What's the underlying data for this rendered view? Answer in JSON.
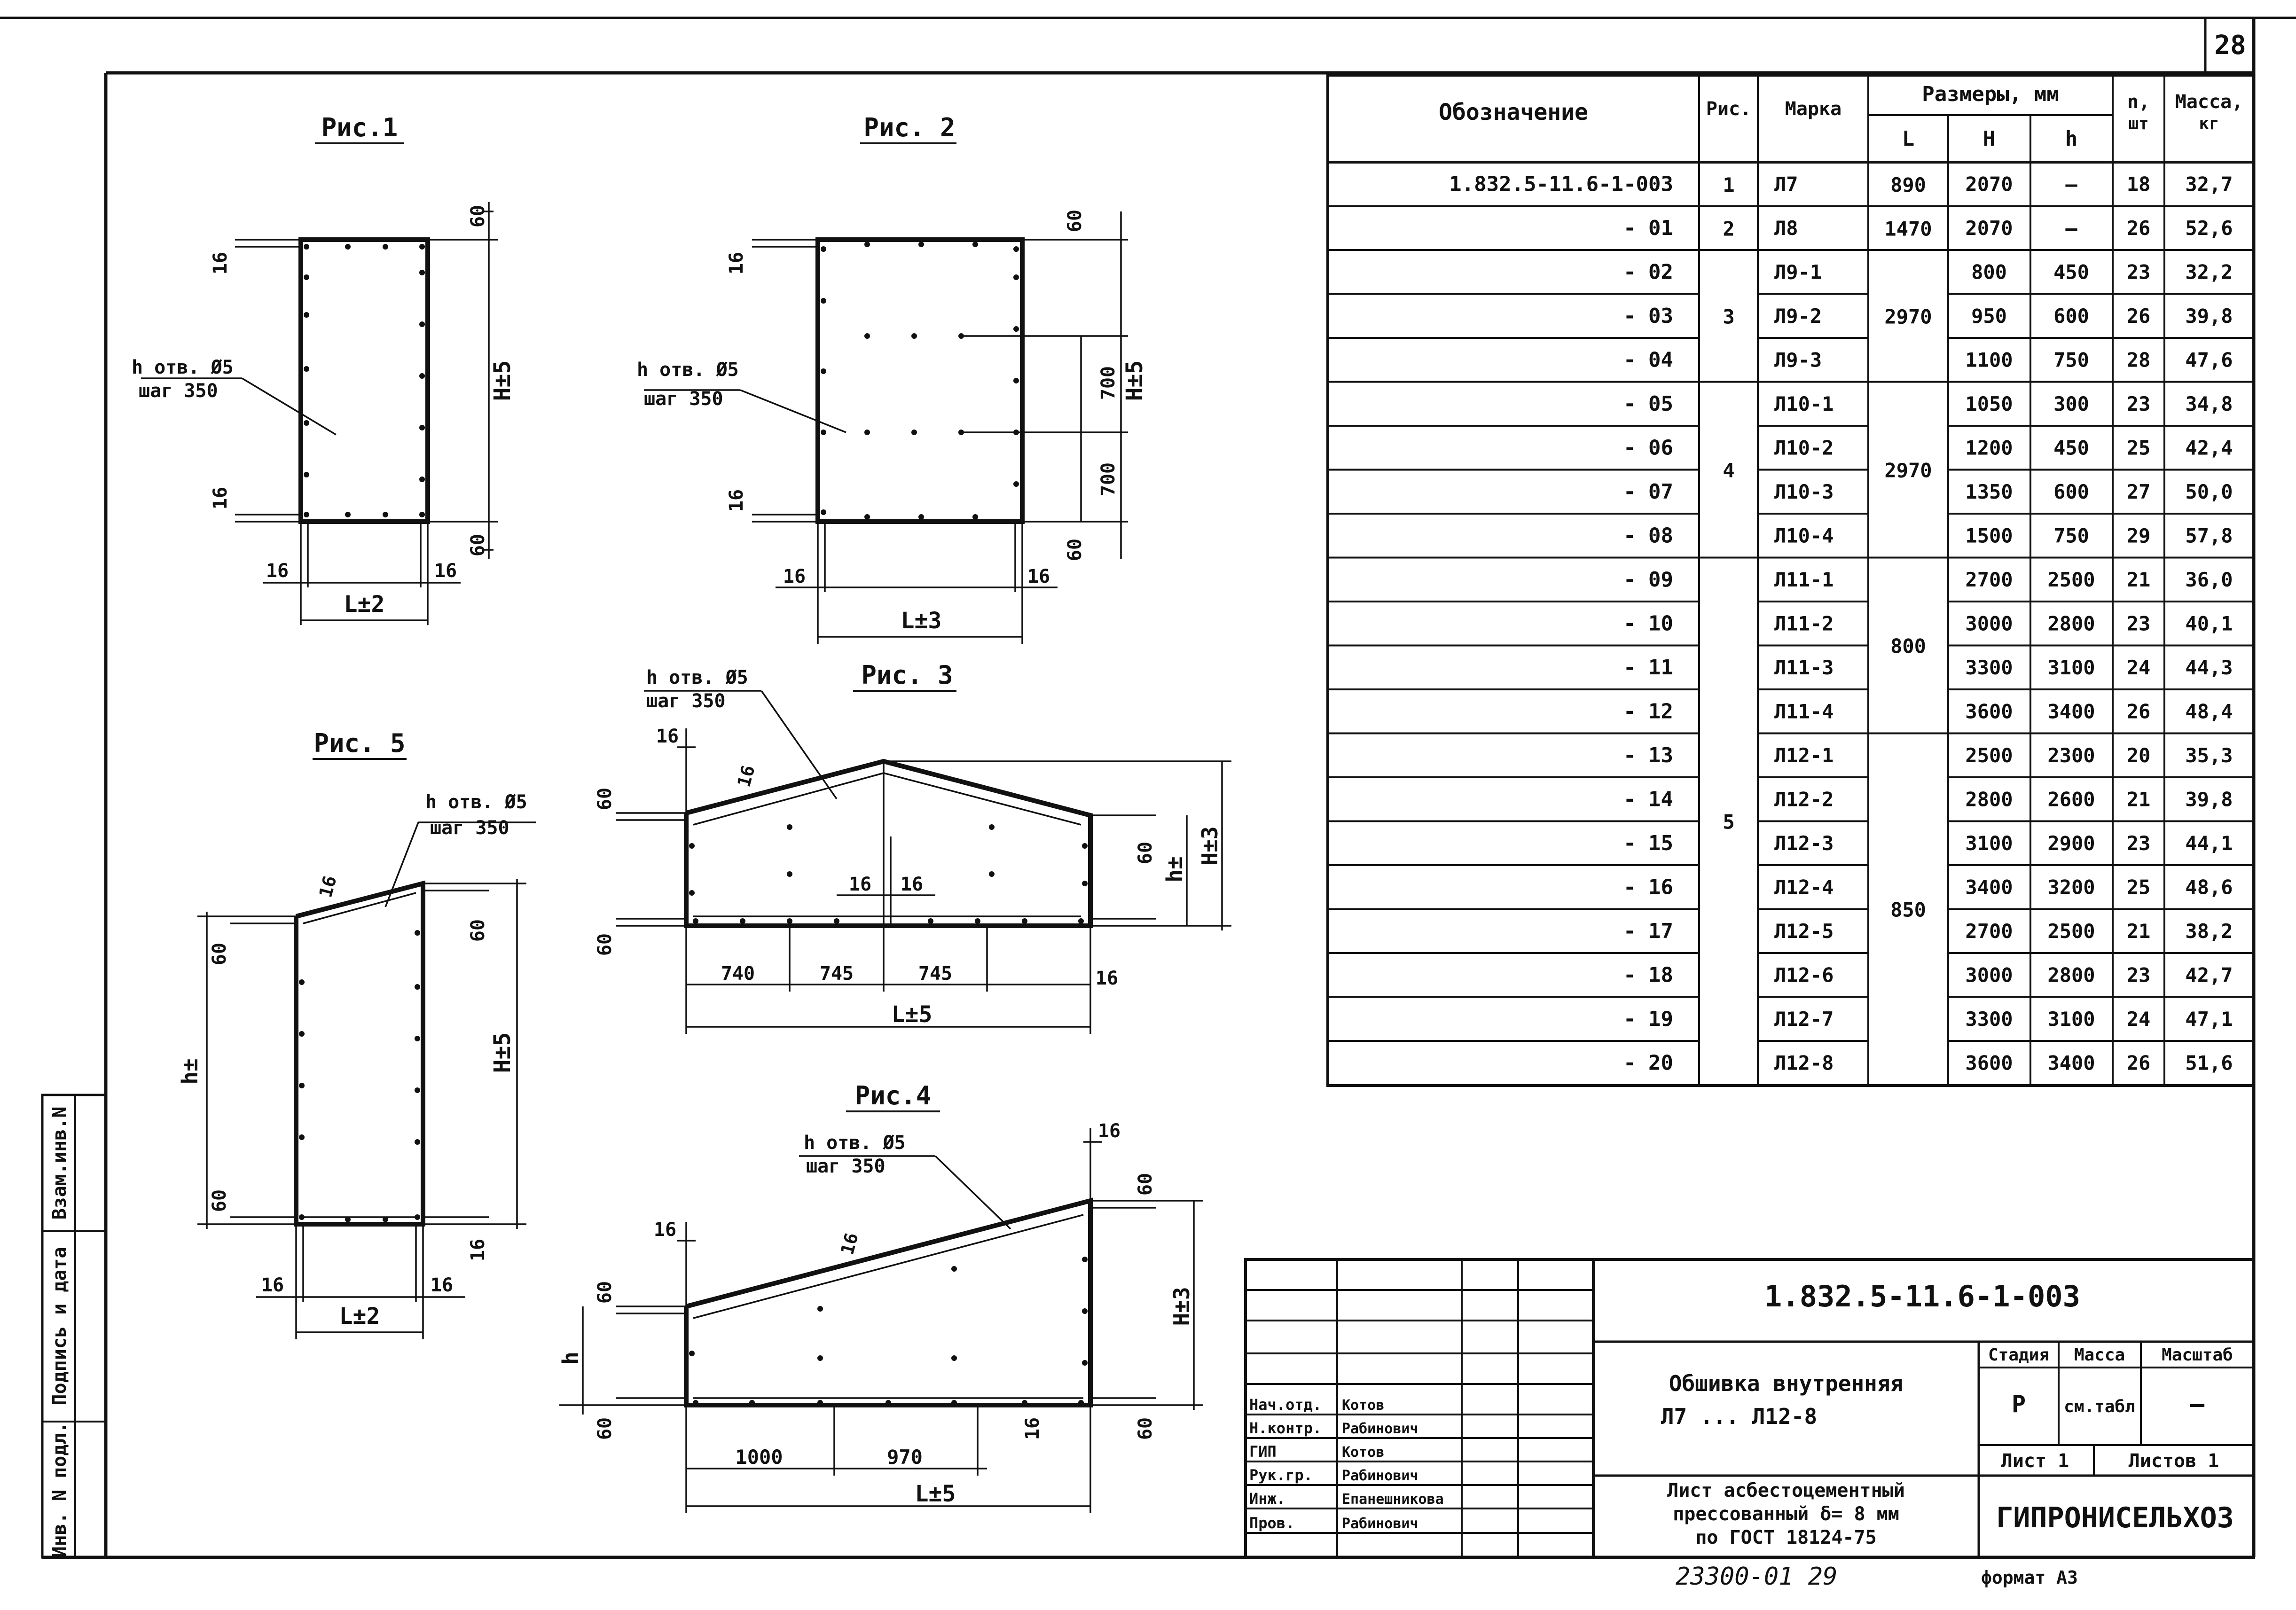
{
  "page_number": "28",
  "table": {
    "headers": {
      "designation": "Обозначение",
      "fig": "Рис.",
      "mark": "Марка",
      "sizes": "Размеры, мм",
      "L": "L",
      "H": "H",
      "h": "h",
      "n": "n,",
      "n_unit": "шт",
      "mass": "Масса,",
      "mass_unit": "кг"
    },
    "rows": [
      {
        "designation": "1.832.5-11.6-1-003",
        "fig": "1",
        "mark": "Л7",
        "L": "890",
        "H": "2070",
        "h": "—",
        "n": "18",
        "mass": "32,7"
      },
      {
        "designation": "- 01",
        "fig": "2",
        "mark": "Л8",
        "L": "1470",
        "H": "2070",
        "h": "—",
        "n": "26",
        "mass": "52,6"
      },
      {
        "designation": "- 02",
        "fig": "",
        "mark": "Л9-1",
        "L": "",
        "H": "800",
        "h": "450",
        "n": "23",
        "mass": "32,2"
      },
      {
        "designation": "- 03",
        "fig": "3",
        "mark": "Л9-2",
        "L": "2970",
        "H": "950",
        "h": "600",
        "n": "26",
        "mass": "39,8"
      },
      {
        "designation": "- 04",
        "fig": "",
        "mark": "Л9-3",
        "L": "",
        "H": "1100",
        "h": "750",
        "n": "28",
        "mass": "47,6"
      },
      {
        "designation": "- 05",
        "fig": "",
        "mark": "Л10-1",
        "L": "",
        "H": "1050",
        "h": "300",
        "n": "23",
        "mass": "34,8"
      },
      {
        "designation": "- 06",
        "fig": "4",
        "mark": "Л10-2",
        "L": "2970",
        "H": "1200",
        "h": "450",
        "n": "25",
        "mass": "42,4"
      },
      {
        "designation": "- 07",
        "fig": "",
        "mark": "Л10-3",
        "L": "",
        "H": "1350",
        "h": "600",
        "n": "27",
        "mass": "50,0"
      },
      {
        "designation": "- 08",
        "fig": "",
        "mark": "Л10-4",
        "L": "",
        "H": "1500",
        "h": "750",
        "n": "29",
        "mass": "57,8"
      },
      {
        "designation": "- 09",
        "fig": "",
        "mark": "Л11-1",
        "L": "",
        "H": "2700",
        "h": "2500",
        "n": "21",
        "mass": "36,0"
      },
      {
        "designation": "- 10",
        "fig": "",
        "mark": "Л11-2",
        "L": "800",
        "H": "3000",
        "h": "2800",
        "n": "23",
        "mass": "40,1"
      },
      {
        "designation": "- 11",
        "fig": "",
        "mark": "Л11-3",
        "L": "",
        "H": "3300",
        "h": "3100",
        "n": "24",
        "mass": "44,3"
      },
      {
        "designation": "- 12",
        "fig": "",
        "mark": "Л11-4",
        "L": "",
        "H": "3600",
        "h": "3400",
        "n": "26",
        "mass": "48,4"
      },
      {
        "designation": "- 13",
        "fig": "",
        "mark": "Л12-1",
        "L": "",
        "H": "2500",
        "h": "2300",
        "n": "20",
        "mass": "35,3"
      },
      {
        "designation": "- 14",
        "fig": "5",
        "mark": "Л12-2",
        "L": "",
        "H": "2800",
        "h": "2600",
        "n": "21",
        "mass": "39,8"
      },
      {
        "designation": "- 15",
        "fig": "",
        "mark": "Л12-3",
        "L": "",
        "H": "3100",
        "h": "2900",
        "n": "23",
        "mass": "44,1"
      },
      {
        "designation": "- 16",
        "fig": "",
        "mark": "Л12-4",
        "L": "850",
        "H": "3400",
        "h": "3200",
        "n": "25",
        "mass": "48,6"
      },
      {
        "designation": "- 17",
        "fig": "",
        "mark": "Л12-5",
        "L": "",
        "H": "2700",
        "h": "2500",
        "n": "21",
        "mass": "38,2"
      },
      {
        "designation": "- 18",
        "fig": "",
        "mark": "Л12-6",
        "L": "",
        "H": "3000",
        "h": "2800",
        "n": "23",
        "mass": "42,7"
      },
      {
        "designation": "- 19",
        "fig": "",
        "mark": "Л12-7",
        "L": "",
        "H": "3300",
        "h": "3100",
        "n": "24",
        "mass": "47,1"
      },
      {
        "designation": "- 20",
        "fig": "",
        "mark": "Л12-8",
        "L": "",
        "H": "3600",
        "h": "3400",
        "n": "26",
        "mass": "51,6"
      }
    ]
  },
  "figures": {
    "fig1": {
      "title": "Рис.1",
      "holes": "h отв. Ø5",
      "step": "шаг 350",
      "d16": "16",
      "d60": "60",
      "h_dim": "H±5",
      "l_dim": "L±2"
    },
    "fig2": {
      "title": "Рис. 2",
      "holes": "h отв. Ø5",
      "step": "шаг 350",
      "d16": "16",
      "d60": "60",
      "d700": "700",
      "h_dim": "H±5",
      "l_dim": "L±3"
    },
    "fig3": {
      "title": "Рис. 3",
      "holes": "h отв. Ø5",
      "step": "шаг 350",
      "d16": "16",
      "d60": "60",
      "d740": "740",
      "d745": "745",
      "hh_dim": "h±",
      "h_dim": "H±3",
      "l_dim": "L±5"
    },
    "fig4": {
      "title": "Рис.4",
      "holes": "h отв. Ø5",
      "step": "шаг 350",
      "d16": "16",
      "d60": "60",
      "d1000": "1000",
      "d970": "970",
      "hh_dim": "h",
      "h_dim": "H±3",
      "l_dim": "L±5"
    },
    "fig5": {
      "title": "Рис. 5",
      "holes": "h отв. Ø5",
      "step": "шаг 350",
      "d16": "16",
      "d60": "60",
      "hh_dim": "h±",
      "h_dim": "H±5",
      "l_dim": "L±2"
    }
  },
  "side_stamp": {
    "inv_podl": "Инв. N подл.",
    "sign_date": "Подпись и дата",
    "vzam": "Взам.инв.N"
  },
  "title_block": {
    "doc_code": "1.832.5-11.6-1-003",
    "name_line1": "Обшивка внутренняя",
    "name_line2": "Л7 ... Л12-8",
    "material_line1": "Лист асбестоцементный",
    "material_line2": "прессованный δ= 8 мм",
    "material_line3": "по ГОСТ 18124-75",
    "stage_label": "Стадия",
    "mass_label": "Масса",
    "scale_label": "Масштаб",
    "stage_value": "Р",
    "mass_value": "см.табл",
    "scale_value": "—",
    "sheet_label": "Лист  1",
    "sheets_label": "Листов  1",
    "org": "ГИПРОНИСЕЛЬХОЗ",
    "roles": [
      {
        "role": "Нач.отд.",
        "name": "Котов"
      },
      {
        "role": "Н.контр.",
        "name": "Рабинович"
      },
      {
        "role": "ГИП",
        "name": "Котов"
      },
      {
        "role": "Рук.гр.",
        "name": "Рабинович"
      },
      {
        "role": "Инж.",
        "name": "Епанешникова"
      },
      {
        "role": "Пров.",
        "name": "Рабинович"
      }
    ],
    "archive_no": "23300-01   29",
    "format": "формат А3"
  }
}
